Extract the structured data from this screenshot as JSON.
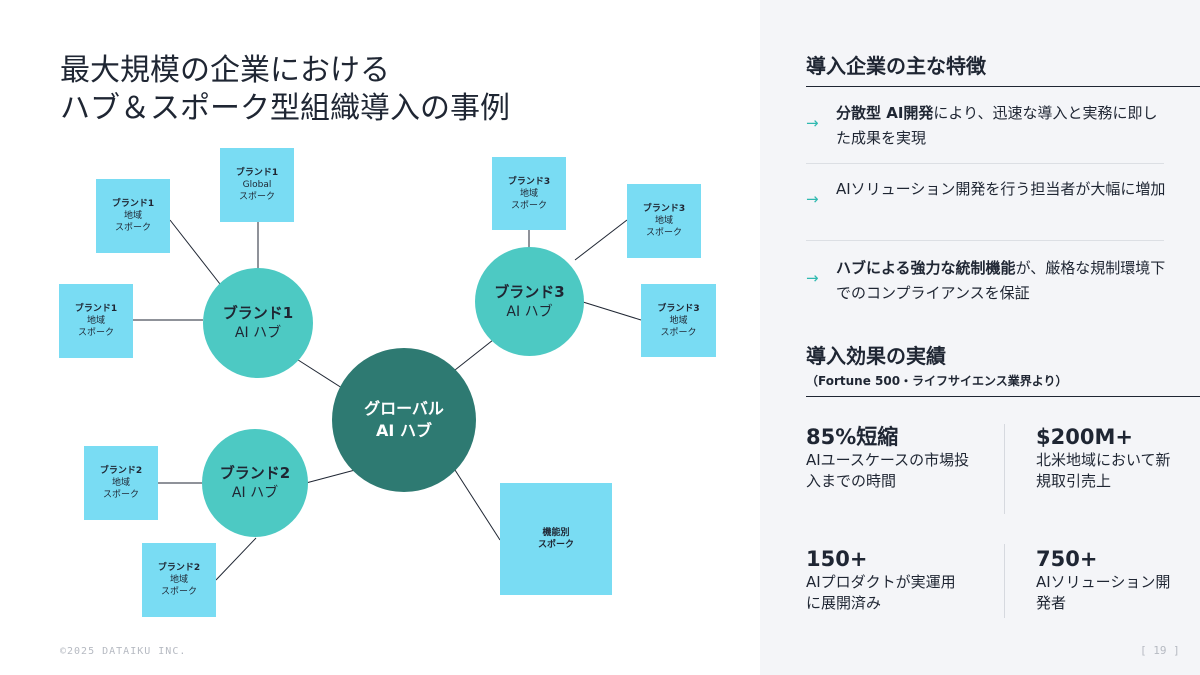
{
  "title": {
    "line1": "最大規模の企業における",
    "line2": "ハブ＆スポーク型組織導入の事例"
  },
  "diagram": {
    "global_hub": {
      "line1": "グローバル",
      "line2": "AI ハブ"
    },
    "brand1_hub": {
      "line1": "ブランド1",
      "line2": "AI ハブ"
    },
    "brand2_hub": {
      "line1": "ブランド2",
      "line2": "AI ハブ"
    },
    "brand3_hub": {
      "line1": "ブランド3",
      "line2": "AI ハブ"
    },
    "spokes": {
      "b1_global": {
        "brand": "ブランド1",
        "l2": "Global",
        "l3": "スポーク"
      },
      "b1_regional_a": {
        "brand": "ブランド1",
        "l2": "地域",
        "l3": "スポーク"
      },
      "b1_regional_b": {
        "brand": "ブランド1",
        "l2": "地域",
        "l3": "スポーク"
      },
      "b2_regional_a": {
        "brand": "ブランド2",
        "l2": "地域",
        "l3": "スポーク"
      },
      "b2_regional_b": {
        "brand": "ブランド2",
        "l2": "地域",
        "l3": "スポーク"
      },
      "b3_regional_a": {
        "brand": "ブランド3",
        "l2": "地域",
        "l3": "スポーク"
      },
      "b3_regional_b": {
        "brand": "ブランド3",
        "l2": "地域",
        "l3": "スポーク"
      },
      "b3_regional_c": {
        "brand": "ブランド3",
        "l2": "地域",
        "l3": "スポーク"
      },
      "functional": {
        "l1": "機能別",
        "l2": "スポーク"
      }
    }
  },
  "footer": {
    "copyright": "©2025 DATAIKU INC.",
    "page": "[ 19 ]"
  },
  "features": {
    "heading": "導入企業の主な特徴",
    "items": [
      {
        "bold": "分散型 AI開発",
        "text": "により、迅速な導入と実務に即した成果を実現"
      },
      {
        "bold": "",
        "text": "AIソリューション開発を行う担当者が大幅に増加"
      },
      {
        "bold": "ハブによる強力な統制機能",
        "text": "が、厳格な規制環境下でのコンプライアンスを保証"
      }
    ]
  },
  "results": {
    "heading": "導入効果の実績",
    "subheading": "（Fortune 500・ライフサイエンス業界より）",
    "stats": [
      {
        "value": "85%短縮",
        "desc": "AIユースケースの市場投入までの時間"
      },
      {
        "value": "$200M+",
        "desc": "北米地域において新規取引売上"
      },
      {
        "value": "150+",
        "desc": "AIプロダクトが実運用に展開済み"
      },
      {
        "value": "750+",
        "desc": "AIソリューション開発者"
      }
    ]
  },
  "colors": {
    "spoke": "#79dcf3",
    "hub": "#4dc9c3",
    "global": "#2e7a72",
    "accent_arrow": "#2fb9b0"
  }
}
